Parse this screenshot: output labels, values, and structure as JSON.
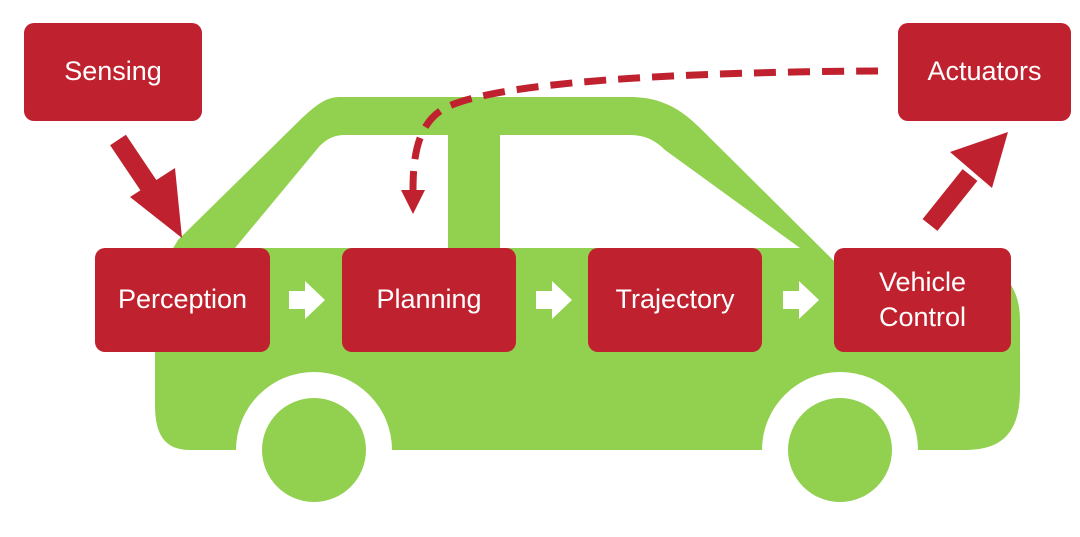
{
  "diagram": {
    "colors": {
      "car_body": "#92d050",
      "node_fill": "#c0212f",
      "node_text": "#ffffff",
      "step_arrow": "#ffffff",
      "background": "#ffffff"
    },
    "nodes": {
      "sensing": "Sensing",
      "actuators": "Actuators",
      "perception": "Perception",
      "planning": "Planning",
      "trajectory": "Trajectory",
      "vehicle_control": "Vehicle\nControl"
    },
    "edges": [
      {
        "from": "Sensing",
        "to": "Perception",
        "style": "solid"
      },
      {
        "from": "Perception",
        "to": "Planning",
        "style": "block-arrow"
      },
      {
        "from": "Planning",
        "to": "Trajectory",
        "style": "block-arrow"
      },
      {
        "from": "Trajectory",
        "to": "Vehicle Control",
        "style": "block-arrow"
      },
      {
        "from": "Vehicle Control",
        "to": "Actuators",
        "style": "solid"
      },
      {
        "from": "Actuators",
        "to": "Planning",
        "style": "dashed"
      }
    ]
  }
}
